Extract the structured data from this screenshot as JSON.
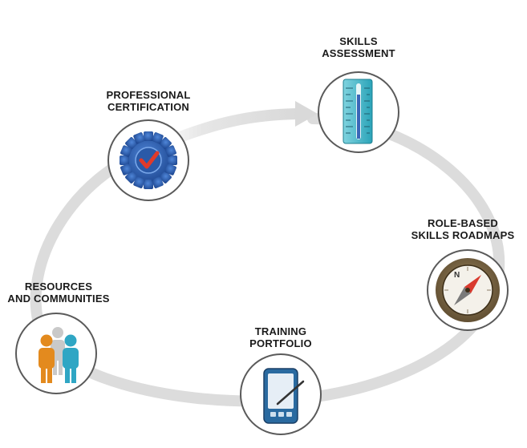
{
  "nodes": [
    {
      "id": "skills-assessment",
      "lines": [
        "SKILLS",
        "ASSESSMENT"
      ],
      "icon": "thermometer-gauge-icon"
    },
    {
      "id": "role-based-skills-roadmaps",
      "lines": [
        "ROLE-BASED",
        "SKILLS ROADMAPS"
      ],
      "icon": "compass-icon"
    },
    {
      "id": "training-portfolio",
      "lines": [
        "TRAINING",
        "PORTFOLIO"
      ],
      "icon": "pda-device-icon"
    },
    {
      "id": "resources-and-communities",
      "lines": [
        "RESOURCES",
        "AND COMMUNITIES"
      ],
      "icon": "people-group-icon"
    },
    {
      "id": "professional-certification",
      "lines": [
        "PROFESSIONAL",
        "CERTIFICATION"
      ],
      "icon": "gear-checkmark-icon"
    }
  ],
  "colors": {
    "cycle_ring": "#dcdcdc",
    "circle_stroke": "#5a5a5a",
    "label_text": "#1a1a1a",
    "gear_blue": "#2d5fae",
    "check_red": "#e03a2a"
  }
}
